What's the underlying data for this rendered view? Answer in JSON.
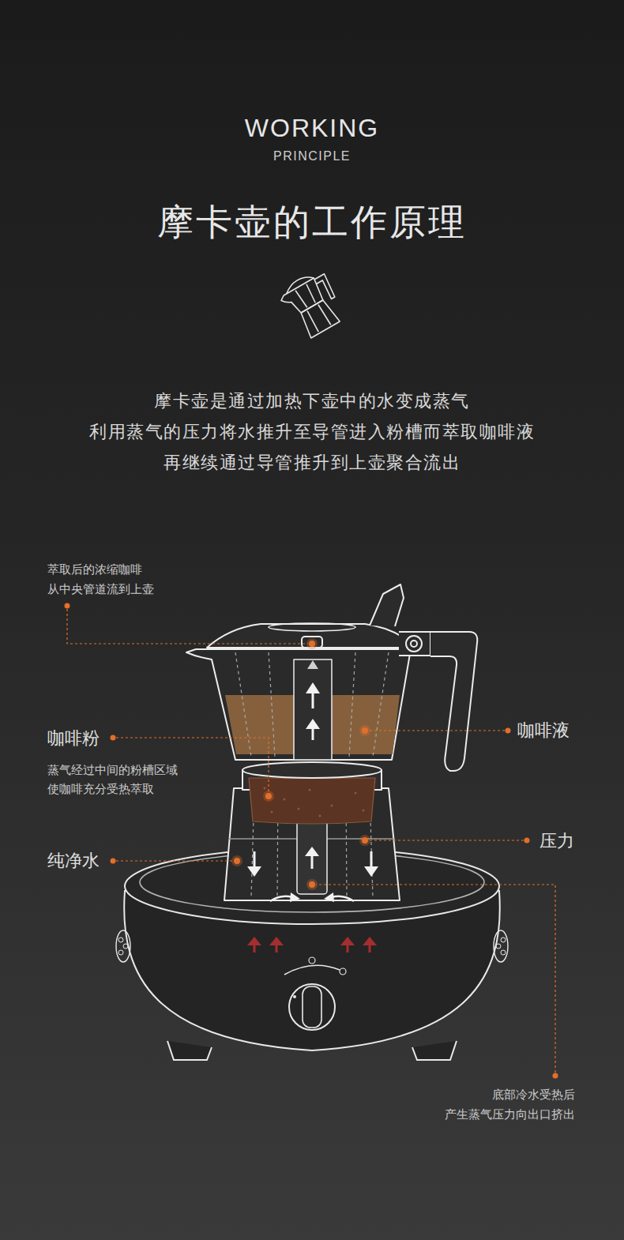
{
  "diagram": {
    "title": "摩卡壶的工作原理",
    "labels": [
      "WORKING",
      "PRINCIPLE",
      "摩卡壶是通过加热下壶中的水变成蒸气 利用蒸气的压力将水推升至导管进入粉槽而萃取咖啡液 再继续通过导管推升到上壶聚合流出",
      "萃取后的浓缩咖啡 从中央管道流到上壶",
      "咖啡粉",
      "蒸气经过中间的粉槽区域 使咖啡充分受热萃取",
      "咖啡液",
      "压力",
      "纯净水",
      "底部冷水受热后 产生蒸气压力向出口挤出"
    ]
  }
}
